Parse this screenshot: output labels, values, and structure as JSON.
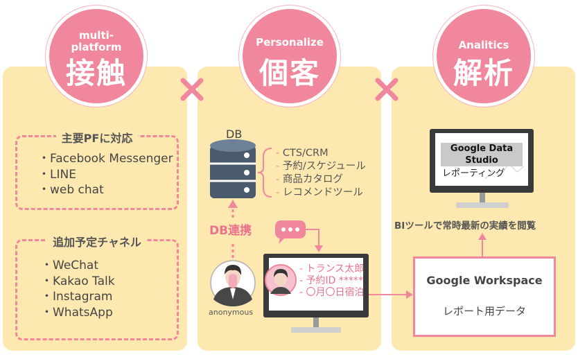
{
  "colors": {
    "pink": "#f0879c",
    "panel": "#fde8b0",
    "dark": "#555555"
  },
  "pillars": [
    {
      "sub": "multi-\nplatform",
      "title": "接触"
    },
    {
      "sub": "Personalize",
      "title": "個客"
    },
    {
      "sub": "Analitics",
      "title": "解析"
    }
  ],
  "icons": {
    "cross": "cross-icon",
    "database": "database-icon",
    "chat": "chat-bubble-icon",
    "person": "person-icon",
    "monitor": "monitor-icon"
  },
  "contact": {
    "main_title": "主要PFに対応",
    "main_items": [
      "・Facebook Messenger",
      "・LINE",
      "・web chat"
    ],
    "future_title": "追加予定チャネル",
    "future_items": [
      "・WeChat",
      "・Kakao Talk",
      "・Instagram",
      "・WhatsApp"
    ]
  },
  "personalize": {
    "db_label": "DB",
    "db_items": [
      "CTS/CRM",
      "予約/スケジュール",
      "商品カタログ",
      "レコメンドツール"
    ],
    "db_link": "DB連携",
    "anon_label": "anonymous",
    "monitor_items": [
      "トランス太郎",
      "予約ID *****",
      "〇月〇日宿泊"
    ]
  },
  "analytics": {
    "gds_title": "Google Data\nStudio",
    "gds_sub": "レポーティング",
    "bi_text": "BIツールで常時最新の実績を閲覧",
    "gw_title": "Google Workspace",
    "gw_sub": "レポート用データ"
  }
}
